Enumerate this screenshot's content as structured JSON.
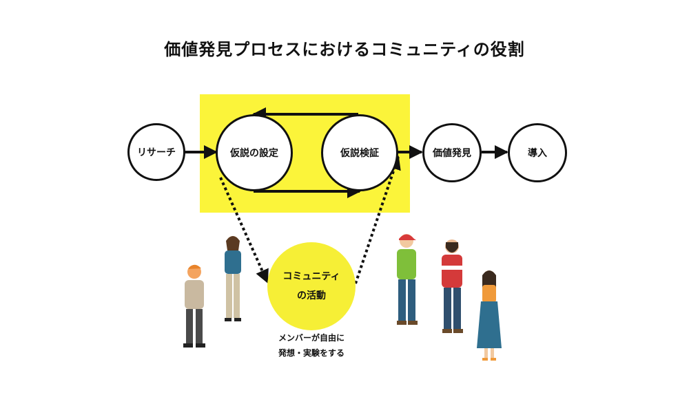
{
  "title": "価値発見プロセスにおけるコミュニティの役割",
  "nodes": {
    "research": "リサーチ",
    "hypothesis_setting": "仮説の設定",
    "hypothesis_testing": "仮説検証",
    "value_discovery": "価値発見",
    "introduction": "導入"
  },
  "community": {
    "line1": "コミュニティ",
    "line2": "の活動"
  },
  "note": {
    "line1": "メンバーが自由に",
    "line2": "発想・実験をする"
  },
  "colors": {
    "highlight": "#fbf43a",
    "community_circle": "#f6ef36",
    "stroke": "#111111"
  }
}
